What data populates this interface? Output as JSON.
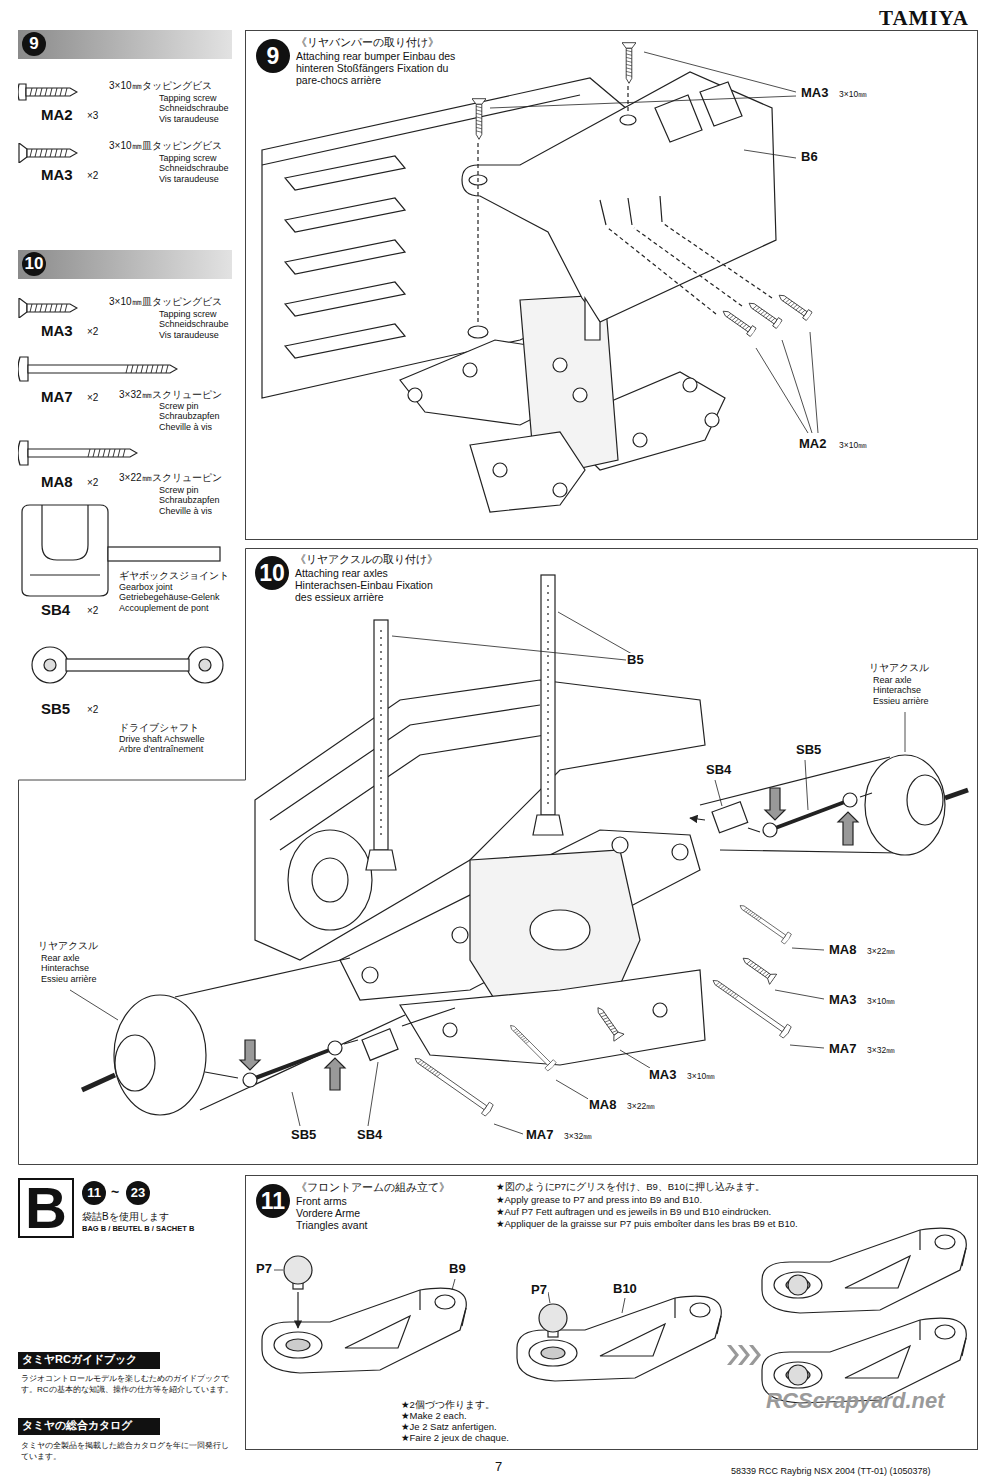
{
  "diagram": {
    "nodes": [
      {
        "text": [
          "9"
        ]
      },
      {
        "text": [
          "9",
          "《リヤバンパーの取り付け》",
          "Attaching rear bumper Einbau des hinteren Stoßfängers Fixation du pare-chocs arrière"
        ]
      },
      {
        "text": [
          "10"
        ]
      },
      {
        "text": [
          "10",
          "《リヤアクスルの取り付け》",
          "Attaching rear axles Hinterachsen-Einbau Fixation des essieux arrière"
        ]
      },
      {
        "text": [
          "B",
          "11",
          "~",
          "23",
          "袋詰Bを使用します",
          "BAG B / BEUTEL B / SACHET B"
        ]
      },
      {
        "text": [
          "11",
          "《フロントアームの組み立て》",
          "Front arms Vordere Arme Triangles avant"
        ]
      },
      {
        "text": [
          "タミヤRCガイドブック"
        ]
      },
      {
        "text": [
          "タミヤの総合カタログ"
        ]
      }
    ],
    "labels": [
      "TAMIYA",
      "3×10㎜タッピングビス",
      "Tapping screw Schneidschraube Vis taraudeuse",
      "MA2",
      "×3",
      "3×10㎜皿タッピングビス",
      "Tapping screw Schneidschraube Vis taraudeuse",
      "MA3",
      "×2",
      "3×10㎜皿タッピングビス",
      "Tapping screw Schneidschraube Vis taraudeuse",
      "MA3",
      "×2",
      "3×32㎜スクリューピン",
      "Screw pin Schraubzapfen Cheville à vis",
      "MA7",
      "×2",
      "3×22㎜スクリューピン",
      "Screw pin Schraubzapfen Cheville à vis",
      "MA8",
      "×2",
      "ギヤボックスジョイント",
      "Gearbox joint Getriebegehäuse-Gelenk Accouplement de pont",
      "SB4",
      "×2",
      "ドライブシャフト",
      "Drive shaft Achswelle Arbre d'entraînement",
      "SB5",
      "×2",
      "MA3",
      "3×10㎜",
      "B6",
      "MA2",
      "3×10㎜",
      "B5",
      "リヤアクスル",
      "Rear axle Hinterachse Essieu arrière",
      "SB5",
      "SB4",
      "MA8",
      "3×22㎜",
      "MA3",
      "3×10㎜",
      "MA7",
      "3×32㎜",
      "リヤアクスル",
      "Rear axle Hinterachse Essieu arrière",
      "MA3",
      "3×10㎜",
      "MA8",
      "3×22㎜",
      "MA7",
      "3×32㎜",
      "SB5",
      "SB4",
      "★図のようにP7にグリスを付け、B9、B10に押し込みます。",
      "★Apply grease to P7 and press into B9 and B10.",
      "★Auf P7 Fett auftragen und es jeweils in B9 und B10 eindrücken.",
      "★Appliquer de la graisse sur P7 puis emboîter dans les bras B9 et B10.",
      "P7",
      "B9",
      "P7",
      "B10",
      "★2個づつ作ります。",
      "★Make 2 each.",
      "★Je 2 Satz anfertigen.",
      "★Faire 2 jeux de chaque.",
      "ラジオコントロールモデルを楽しむためのガイドブックです。RCの基本的な知識、操作の仕方等を紹介しています。",
      "タミヤの全製品を掲載した総合カタログを年に一回発行しています。",
      "7",
      "58339 RCC Raybrig NSX 2004 (TT-01) (1050378)",
      "RCScrapyard.net"
    ]
  }
}
